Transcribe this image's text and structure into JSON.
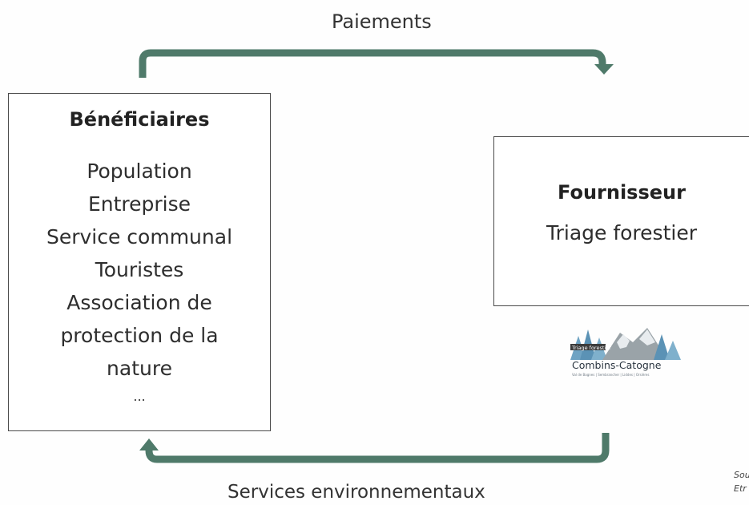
{
  "top_label": "Paiements",
  "bottom_label": "Services environnementaux",
  "beneficiaries": {
    "title": "Bénéficiaires",
    "items": [
      "Population",
      "Entreprise",
      "Service communal",
      "Touristes",
      "Association de",
      "protection de la",
      "nature",
      "..."
    ]
  },
  "supplier": {
    "title": "Fournisseur",
    "item": "Triage forestier"
  },
  "logo": {
    "small_text": "Triage forestier",
    "name": "Combins-Catogne",
    "tagline": "Val de Bagnes | Sembrancher | Liddes | Orsières"
  },
  "source_note": [
    "Sou",
    "Etr"
  ],
  "colors": {
    "arrow": "#4f7a6a",
    "box_border": "#4a4a4a",
    "text": "#2b2b2b"
  }
}
